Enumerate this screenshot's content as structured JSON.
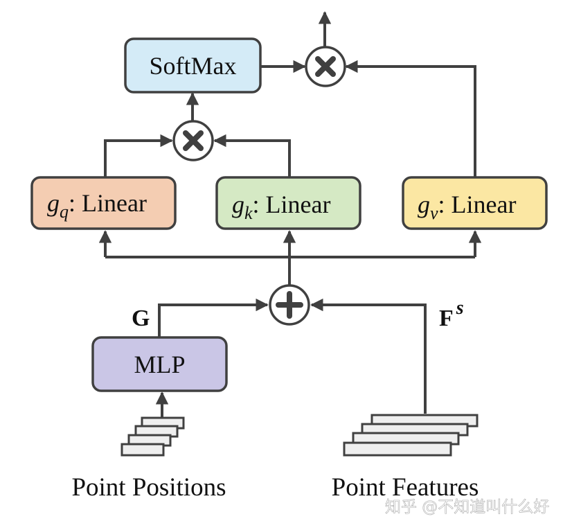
{
  "nodes": {
    "softmax": {
      "label": "SoftMax",
      "color": "#d4ebf7"
    },
    "gq": {
      "sym": "g",
      "sub": "q",
      "label": ": Linear",
      "color": "#f4cdb2"
    },
    "gk": {
      "sym": "g",
      "sub": "k",
      "label": ": Linear",
      "color": "#d5e9c4"
    },
    "gv": {
      "sym": "g",
      "sub": "v",
      "label": ": Linear",
      "color": "#fbe7a3"
    },
    "mlp": {
      "label": "MLP",
      "color": "#cac6e6"
    }
  },
  "operators": {
    "mult_top": "multiply-operator",
    "mult_mid": "multiply-operator",
    "add": "add-operator"
  },
  "labels": {
    "g": "G",
    "fs_main": "F",
    "fs_sup": "s",
    "point_positions": "Point Positions",
    "point_features": "Point Features"
  },
  "watermark": "知乎 @不知道叫什么好",
  "colors": {
    "stroke": "#404040",
    "stack_fill": "#efefef"
  }
}
